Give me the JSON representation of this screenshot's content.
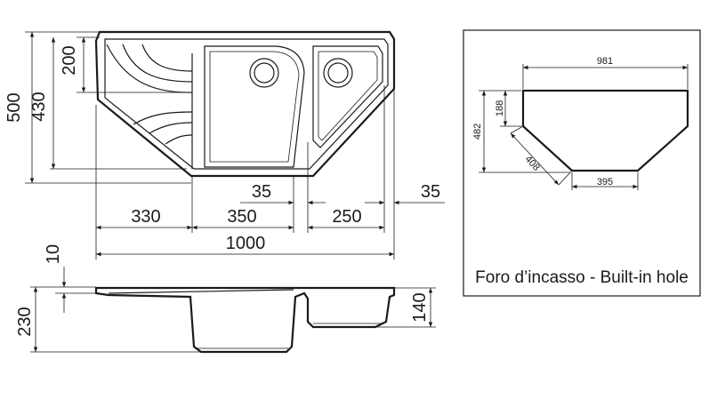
{
  "top_view": {
    "dims": {
      "overall_depth": "500",
      "inner_depth": "430",
      "drainer_depth": "200",
      "left_width": "330",
      "main_bowl_width": "350",
      "gap_a": "35",
      "small_bowl_width": "250",
      "gap_b": "35",
      "overall_width": "1000"
    }
  },
  "side_view": {
    "dims": {
      "rim": "10",
      "overall_height": "230",
      "small_bowl_height": "140"
    }
  },
  "cutout": {
    "dims": {
      "top_width": "981",
      "side_height": "188",
      "total_height": "482",
      "diagonal": "408",
      "bottom_width": "395"
    },
    "caption": "Foro d’incasso - Built-in hole"
  }
}
